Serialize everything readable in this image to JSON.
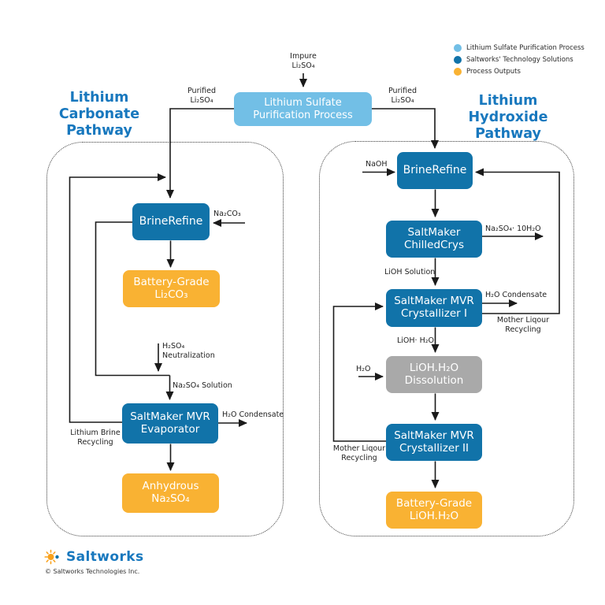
{
  "legend": {
    "items": [
      {
        "label": "Lithium Sulfate Purification Process",
        "color": "#72bfe6"
      },
      {
        "label": "Saltworks' Technology Solutions",
        "color": "#1173a9"
      },
      {
        "label": "Process Outputs",
        "color": "#f9b233"
      }
    ]
  },
  "headings": {
    "left": "Lithium\nCarbonate\nPathway",
    "right": "Lithium\nHydroxide\nPathway"
  },
  "nodes": {
    "purification": "Lithium Sulfate\nPurification Process",
    "left_brinerefine": "BrineRefine",
    "left_li2co3": "Battery-Grade\nLi₂CO₃",
    "left_evaporator": "SaltMaker MVR\nEvaporator",
    "left_na2so4": "Anhydrous\nNa₂SO₄",
    "right_brinerefine": "BrineRefine",
    "right_chilledcrys": "SaltMaker\nChilledCrys",
    "right_crystallizer1": "SaltMaker MVR\nCrystallizer I",
    "right_dissolution": "LiOH.H₂O\nDissolution",
    "right_crystallizer2": "SaltMaker MVR\nCrystallizer II",
    "right_lioh": "Battery-Grade\nLiOH.H₂O"
  },
  "flow_labels": {
    "impure": "Impure\nLi₂SO₄",
    "purified_left": "Purified\nLi₂SO₄",
    "purified_right": "Purified\nLi₂SO₄",
    "na2co3": "Na₂CO₃",
    "h2so4": "H₂SO₄\nNeutralization",
    "na2so4_solution": "Na₂SO₄ Solution",
    "lithium_brine": "Lithium Brine\nRecycling",
    "h2o_condensate_left": "H₂O Condensate",
    "naoh": "NaOH",
    "glauber": "Na₂SO₄· 10H₂O",
    "lioh_solution": "LiOH Solution",
    "h2o_condensate_right": "H₂O Condensate",
    "mother_liquor_right": "Mother Liqour\nRecycling",
    "lioh_h2o": "LiOH· H₂O",
    "h2o": "H₂O",
    "mother_liquor_left": "Mother Liqour\nRecycling"
  },
  "logo": {
    "name": "Saltworks",
    "copyright": "© Saltworks Technologies Inc."
  },
  "colors": {
    "light_blue": "#72bfe6",
    "dark_blue": "#1173a9",
    "orange": "#f9b233",
    "gray": "#a9a9a9",
    "heading_blue": "#1878be",
    "line": "#1a1a1a"
  }
}
